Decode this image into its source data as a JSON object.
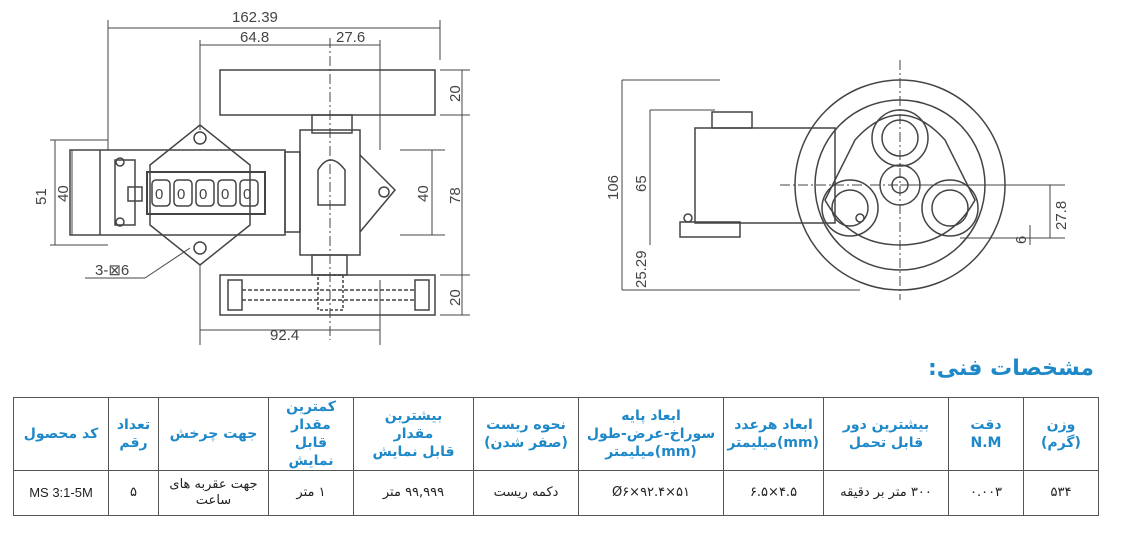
{
  "drawing": {
    "left_dims": {
      "overall_width": "162.39",
      "width_a": "64.8",
      "width_b": "27.6",
      "height_51": "51",
      "height_40_left": "40",
      "height_40_right": "40",
      "height_78": "78",
      "top_20": "20",
      "bottom_20": "20",
      "bottom_width": "92.4",
      "hole_label": "3-⊠6",
      "counter_digits": [
        "0",
        "0",
        "0",
        "0",
        "0"
      ]
    },
    "right_dims": {
      "height_106": "106",
      "height_65": "65",
      "height_25_29": "25.29",
      "dim_27_8": "27.8",
      "dim_6": "6"
    }
  },
  "section_title": "مشخصات فنی:",
  "table": {
    "headers": [
      {
        "id": "weight",
        "lines": [
          "وزن",
          "(گرم)"
        ]
      },
      {
        "id": "accuracy",
        "lines": [
          "دقت",
          "N.M"
        ]
      },
      {
        "id": "max_speed",
        "lines": [
          "بیشترین دور",
          "قابل تحمل"
        ]
      },
      {
        "id": "digit_size",
        "lines": [
          "ابعاد هرعدد",
          "(mm)میلیمتر"
        ]
      },
      {
        "id": "base_size",
        "lines": [
          "ابعاد پایه",
          "سوراخ-عرض-طول",
          "(mm)میلیمتر"
        ]
      },
      {
        "id": "reset",
        "lines": [
          "نحوه ریست",
          "(صفر شدن)"
        ]
      },
      {
        "id": "max_display",
        "lines": [
          "بیشترین",
          "مقدار",
          "قابل نمایش"
        ]
      },
      {
        "id": "min_display",
        "lines": [
          "کمترین",
          "مقدار",
          "قابل نمایش"
        ]
      },
      {
        "id": "direction",
        "lines": [
          "جهت چرخش"
        ]
      },
      {
        "id": "digits",
        "lines": [
          "تعداد",
          "رقم"
        ]
      },
      {
        "id": "code",
        "lines": [
          "کد محصول"
        ]
      }
    ],
    "row": {
      "weight": "۵۳۴",
      "accuracy": "۰.۰۰۳",
      "max_speed": "۳۰۰ متر بر دقیقه",
      "digit_size": "۴.۵×۶.۵",
      "base_size": "Ø۶×۹۲.۴×۵۱",
      "reset": "دکمه ریست",
      "max_display": "۹۹,۹۹۹ متر",
      "min_display": "۱ متر",
      "direction": "جهت عقربه های ساعت",
      "digits": "۵",
      "code": "MS 3:1-5M"
    }
  }
}
